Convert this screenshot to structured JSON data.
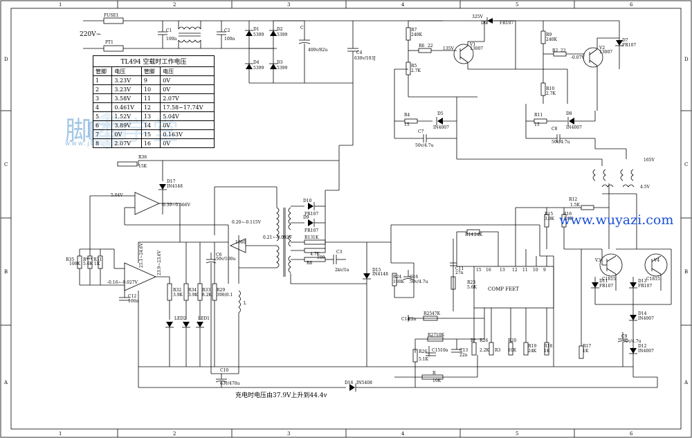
{
  "border": {
    "cols": [
      "1",
      "2",
      "3",
      "4",
      "5",
      "6"
    ],
    "rows": [
      "D",
      "C",
      "B",
      "A"
    ]
  },
  "table": {
    "title": "TL494 空载时工作电压",
    "headers": [
      "管脚",
      "电压",
      "管脚",
      "电压"
    ],
    "rows": [
      [
        "1",
        "3.23V",
        "9",
        "0V"
      ],
      [
        "2",
        "3.23V",
        "10",
        "0V"
      ],
      [
        "3",
        "3.58V",
        "11",
        "2.07V"
      ],
      [
        "4",
        "0.461V",
        "12",
        "17.58~17.74V"
      ],
      [
        "5",
        "1.52V",
        "13",
        "5.04V"
      ],
      [
        "6",
        "3.89V",
        "14",
        "0V"
      ],
      [
        "7",
        "0V",
        "15",
        "0.163V"
      ],
      [
        "8",
        "2.07V",
        "16",
        "0V"
      ]
    ]
  },
  "watermark": {
    "text": "脚本学堂",
    "sub": "www.jbxue.com",
    "url": "www.wuyazi.com"
  },
  "note": "充电时电压由37.9V上升到44.4v",
  "labels": {
    "ac": "220V~",
    "fuse": "FUSE1",
    "pt1": "PT1",
    "c1": "C1",
    "c1v": "100n",
    "c2": "C2",
    "c2v": "100n",
    "d1": "D1",
    "d2": "D2",
    "d3": "D3",
    "d4": "D4",
    "d1v": "5399",
    "d2v": "5399",
    "d3v": "5399",
    "d4v": "5399",
    "cbulk": "C",
    "cbulkv": "400v/82u",
    "c4": "C4",
    "c4v": "630v/103J",
    "v325": "325V",
    "d6": "D6",
    "d6v": "FR107",
    "r7": "R7",
    "r7v": "240K",
    "r6": "R6",
    "r6v": "22",
    "r5": "R5",
    "r5v": "2.7K",
    "v1": "V1",
    "v1v": "13007",
    "v1b": "135V",
    "r9": "R9",
    "r9v": "240K",
    "r2": "R2",
    "r2v": "22",
    "v2": "V2",
    "v2v": "13007",
    "v2b": "-0.07V",
    "d7": "D7",
    "d7v": "FR107",
    "r10": "R10",
    "r10v": "2.7K",
    "r4": "R4",
    "r4v": "15",
    "d5": "D5",
    "d5v": "IN4007",
    "c7": "C7",
    "c7v": "50v/4.7u",
    "r11": "R11",
    "r11v": "15",
    "d8": "D8",
    "d8v": "IN4007",
    "c8": "C8",
    "c8v": "50v/4.7u",
    "v165": "165V",
    "v45": "4.5V",
    "r12": "R12",
    "r12v": "1.5K",
    "r36": "R36",
    "r36v": "15K",
    "d17": "D17",
    "d17v": "IN4148",
    "v504": "5.04V",
    "vop1": "0.39~0.666V",
    "r35": "R35",
    "r35v": "100K",
    "rs": "R***",
    "rsv": "5.6K",
    "r31": "R31",
    "r31v": "1K",
    "vop2a": "25.1~24.6V",
    "vop2b": "23.9~23.6V",
    "vop2c": "-0.16~-0.027V",
    "c12": "C12",
    "c12v": "100n",
    "r32": "R32",
    "r32v": "3.9K",
    "r34": "R34",
    "r34v": "3.9K",
    "r33": "R33",
    "r33v": "8.2K",
    "r29": "R29",
    "r29v": "390(0.1",
    "led2": "LED2",
    "led1": "LED1",
    "v020": "0.20~-0.115V",
    "v021": "0.21~-0.092V",
    "d10": "D10",
    "d10v": "FR107",
    "d9": "D9",
    "d9v": "FR107",
    "r13": "R13",
    "r13v": "1K",
    "r8": "R8",
    "r8v": "4.7K",
    "rn": "R",
    "rnv": "100",
    "c3": "C3",
    "c3v": "2kv/1n",
    "q1660": "1660",
    "c6": "C6",
    "c6v": "50v/100u",
    "l": "L",
    "c10": "C10",
    "c10v": "63v/470u",
    "d15": "D15",
    "d15v": "IN4148",
    "r24": "R24",
    "r24v": "100K",
    "c16": "C16",
    "c16v": "50v/4.7u",
    "r14": "R14",
    "r14v": "24K",
    "c11": "C11",
    "c11v": "27n",
    "r23": "R23",
    "r23v": "5.6K",
    "r15": "R15",
    "r15v": "3.9K",
    "r16": "R16",
    "r16v": "3.9K",
    "ic": "COMP FEET",
    "ic_pins": [
      "15",
      "16",
      "13",
      "12",
      "11",
      "10",
      "9"
    ],
    "c14": "C14",
    "c14v": "22n",
    "r25": "R25",
    "r25v": "47K",
    "r27": "R27",
    "r27v": "10K",
    "r26": "R26",
    "r26v": "5.1K",
    "c15": "C15",
    "c15v": "10n",
    "c13": "C13",
    "c13v": "22n",
    "rx": "R*",
    "r3": "R3",
    "r3v": "2.2K",
    "r20": "R20",
    "r20v": "10K",
    "r19": "R19",
    "r19v": "24K",
    "r18": "R18",
    "r18v": "1K",
    "r17": "R17",
    "r17v": "1K",
    "rb": "R",
    "rbv": "10K",
    "v3": "V3",
    "v3v": "C1815",
    "v4": "V4",
    "v4v": "C1815",
    "d11": "D11",
    "d11v": "FR107",
    "d13": "D13",
    "d13v": "FR107",
    "d14": "D14",
    "d14v": "IN4007",
    "d12": "D12",
    "d12v": "IN4007",
    "c9": "C9",
    "c9v": "50v/4.7u",
    "d16": "D16",
    "d16v": "IN5408"
  }
}
